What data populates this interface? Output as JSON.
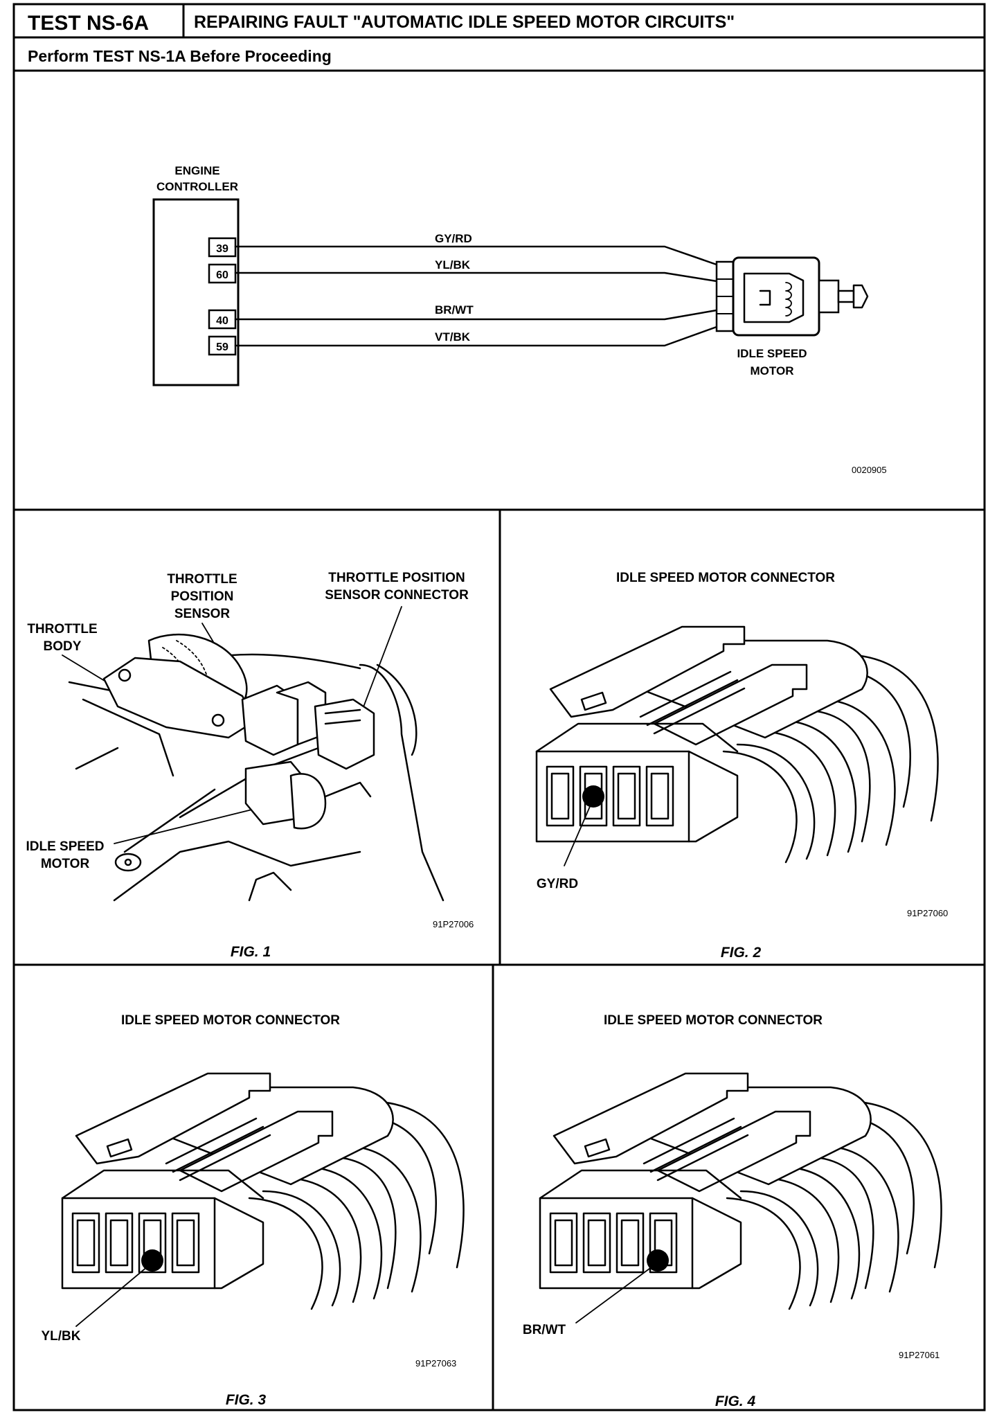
{
  "header": {
    "test_id": "TEST NS-6A",
    "title": "REPAIRING FAULT \"AUTOMATIC IDLE SPEED MOTOR CIRCUITS\"",
    "subtitle": "Perform TEST NS-1A Before Proceeding"
  },
  "schematic": {
    "controller_line1": "ENGINE",
    "controller_line2": "CONTROLLER",
    "pins": [
      {
        "pin": "39",
        "wire": "GY/RD"
      },
      {
        "pin": "60",
        "wire": "YL/BK"
      },
      {
        "pin": "40",
        "wire": "BR/WT"
      },
      {
        "pin": "59",
        "wire": "VT/BK"
      }
    ],
    "motor_line1": "IDLE SPEED",
    "motor_line2": "MOTOR",
    "ref": "0020905"
  },
  "fig1": {
    "label_tps_1": "THROTTLE",
    "label_tps_2": "POSITION",
    "label_tps_3": "SENSOR",
    "label_tpsc_1": "THROTTLE POSITION",
    "label_tpsc_2": "SENSOR CONNECTOR",
    "label_tb_1": "THROTTLE",
    "label_tb_2": "BODY",
    "label_ism_1": "IDLE SPEED",
    "label_ism_2": "MOTOR",
    "ref": "91P27006",
    "caption": "FIG. 1"
  },
  "fig2": {
    "title": "IDLE SPEED MOTOR CONNECTOR",
    "wire": "GY/RD",
    "highlighted_cavity": 2,
    "ref": "91P27060",
    "caption": "FIG. 2"
  },
  "fig3": {
    "title": "IDLE SPEED MOTOR CONNECTOR",
    "wire": "YL/BK",
    "highlighted_cavity": 3,
    "ref": "91P27063",
    "caption": "FIG. 3"
  },
  "fig4": {
    "title": "IDLE SPEED MOTOR CONNECTOR",
    "wire": "BR/WT",
    "highlighted_cavity": 4,
    "ref": "91P27061",
    "caption": "FIG. 4"
  }
}
